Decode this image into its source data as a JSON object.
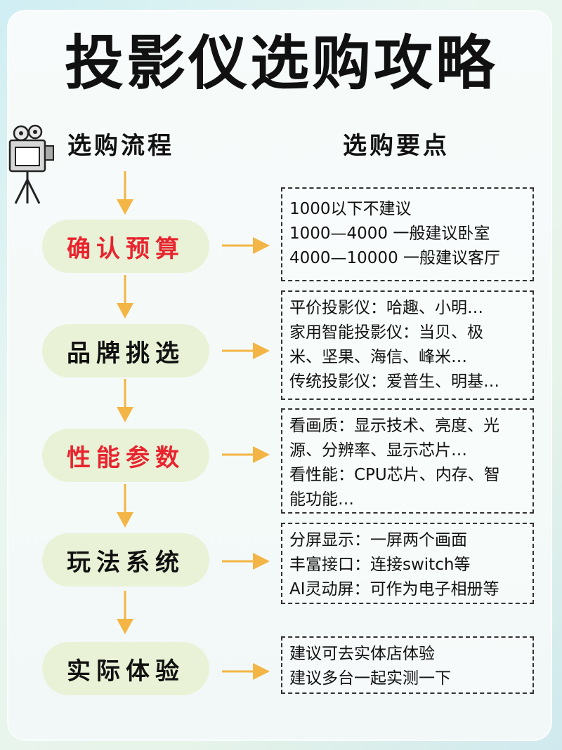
{
  "title": "投影仪选购攻略",
  "headers": {
    "left": "选购流程",
    "right": "选购要点"
  },
  "accent_colors": {
    "arrow": "#f3b545",
    "pill_bg": "#e9f2d6",
    "highlight_text": "#e8242f"
  },
  "steps": [
    {
      "label": "确认预算",
      "highlight": true,
      "points": [
        "1000以下不建议",
        "1000—4000 一般建议卧室",
        "4000—10000 一般建议客厅"
      ]
    },
    {
      "label": "品牌挑选",
      "highlight": false,
      "points": [
        "平价投影仪：哈趣、小明…",
        "家用智能投影仪：当贝、极",
        "米、坚果、海信、峰米…",
        "传统投影仪：爱普生、明基…"
      ]
    },
    {
      "label": "性能参数",
      "highlight": true,
      "points": [
        "看画质：显示技术、亮度、光",
        "源、分辨率、显示芯片…",
        "看性能：CPU芯片、内存、智",
        "能功能…"
      ]
    },
    {
      "label": "玩法系统",
      "highlight": false,
      "points": [
        "分屏显示：一屏两个画面",
        "丰富接口：连接switch等",
        "AI灵动屏：可作为电子相册等"
      ]
    },
    {
      "label": "实际体验",
      "highlight": false,
      "points": [
        "建议可去实体店体验",
        "建议多台一起实测一下"
      ]
    }
  ]
}
